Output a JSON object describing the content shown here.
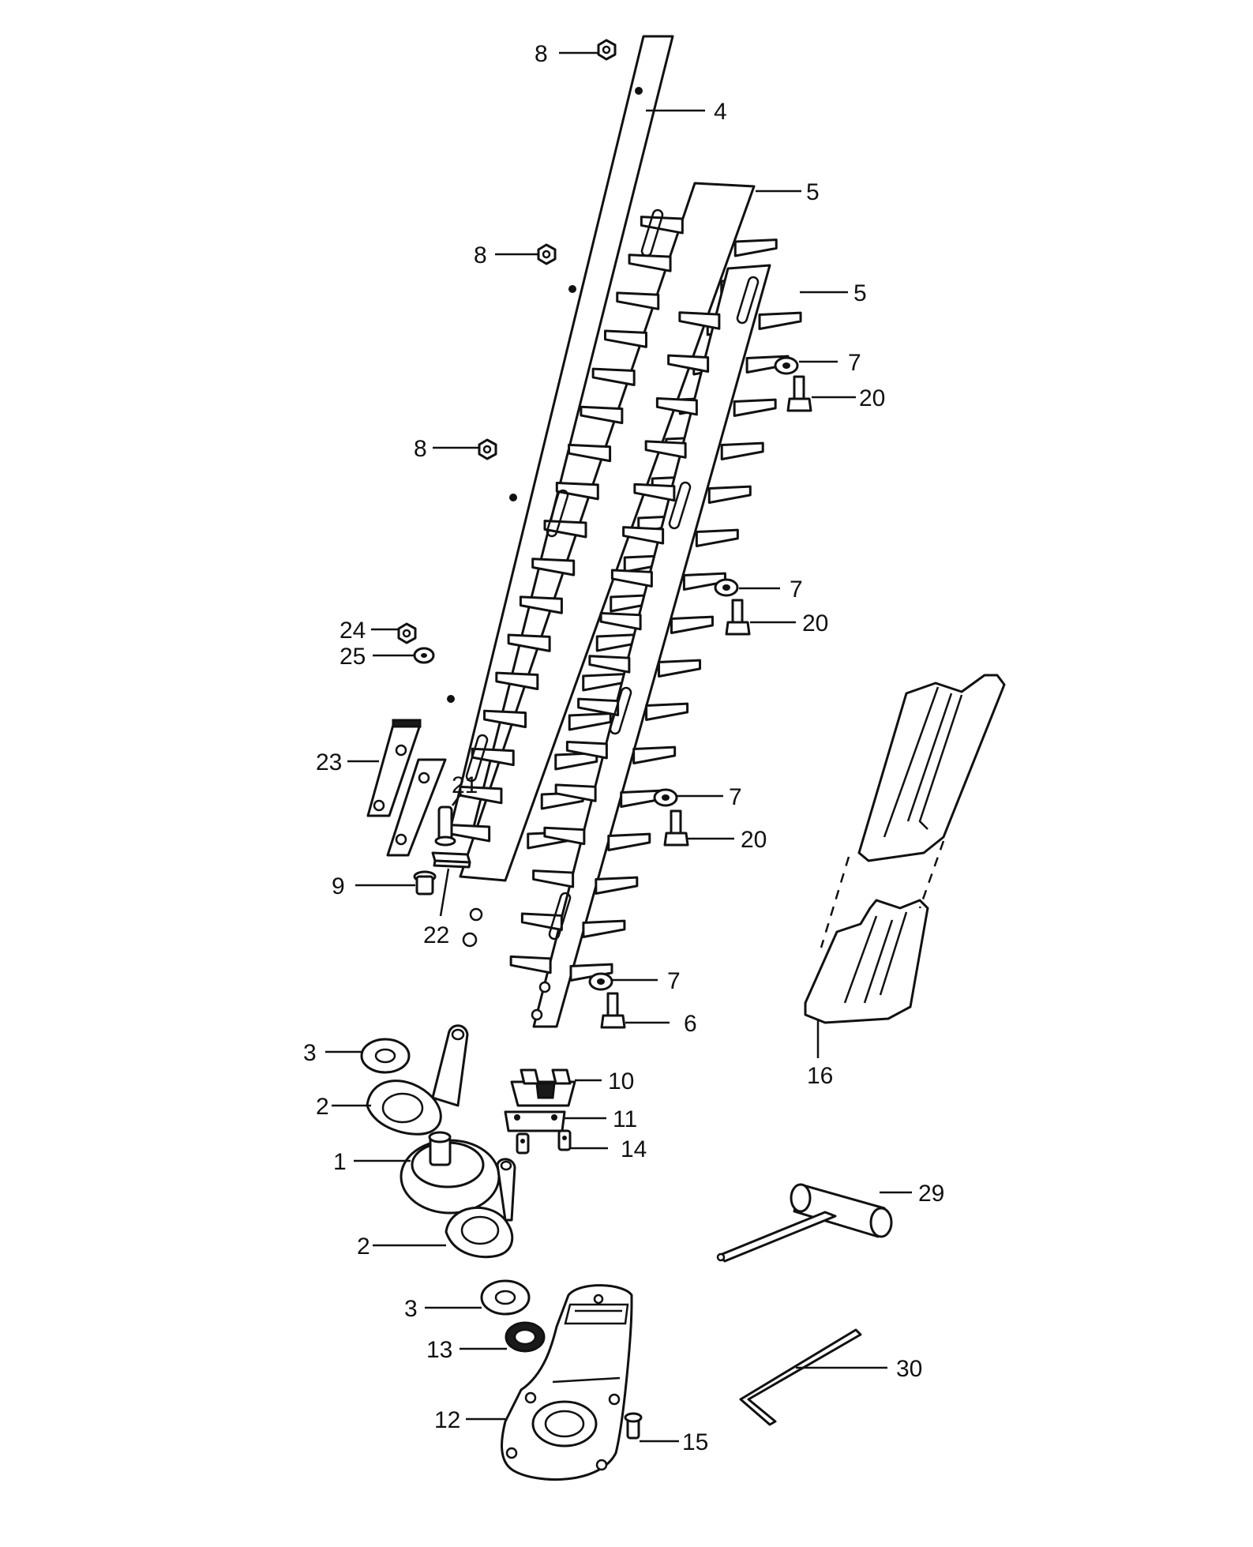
{
  "callouts": [
    {
      "id": "c8a",
      "label": "8"
    },
    {
      "id": "c4",
      "label": "4"
    },
    {
      "id": "c5a",
      "label": "5"
    },
    {
      "id": "c8b",
      "label": "8"
    },
    {
      "id": "c5b",
      "label": "5"
    },
    {
      "id": "c7a",
      "label": "7"
    },
    {
      "id": "c20a",
      "label": "20"
    },
    {
      "id": "c8c",
      "label": "8"
    },
    {
      "id": "c7b",
      "label": "7"
    },
    {
      "id": "c20b",
      "label": "20"
    },
    {
      "id": "c24",
      "label": "24"
    },
    {
      "id": "c25",
      "label": "25"
    },
    {
      "id": "c23",
      "label": "23"
    },
    {
      "id": "c21",
      "label": "21"
    },
    {
      "id": "c7c",
      "label": "7"
    },
    {
      "id": "c20c",
      "label": "20"
    },
    {
      "id": "c9",
      "label": "9"
    },
    {
      "id": "c22",
      "label": "22"
    },
    {
      "id": "c7d",
      "label": "7"
    },
    {
      "id": "c6",
      "label": "6"
    },
    {
      "id": "c16",
      "label": "16"
    },
    {
      "id": "c3a",
      "label": "3"
    },
    {
      "id": "c10",
      "label": "10"
    },
    {
      "id": "c2a",
      "label": "2"
    },
    {
      "id": "c11",
      "label": "11"
    },
    {
      "id": "c14",
      "label": "14"
    },
    {
      "id": "c1",
      "label": "1"
    },
    {
      "id": "c29",
      "label": "29"
    },
    {
      "id": "c2b",
      "label": "2"
    },
    {
      "id": "c3b",
      "label": "3"
    },
    {
      "id": "c13",
      "label": "13"
    },
    {
      "id": "c30",
      "label": "30"
    },
    {
      "id": "c12",
      "label": "12"
    },
    {
      "id": "c15",
      "label": "15"
    }
  ]
}
